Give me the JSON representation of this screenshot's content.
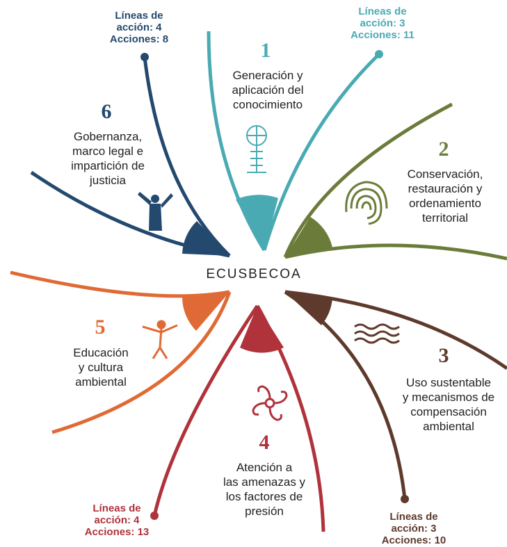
{
  "hub_label": "ECUSBECOA",
  "axes": [
    {
      "number": "1",
      "title": [
        "Generación y",
        "aplicación del",
        "conocimiento"
      ],
      "lineas": "Líneas de",
      "lineas2": "acción: 3",
      "acciones": "Acciones: 11",
      "color": "#4aaab3",
      "icon": "person-circle-head-icon"
    },
    {
      "number": "2",
      "title": [
        "Conservación,",
        "restauración y",
        "ordenamiento",
        "territorial"
      ],
      "color": "#6b7c3a",
      "icon": "fingerprint-spiral-icon"
    },
    {
      "number": "3",
      "title": [
        "Uso sustentable",
        "y mecanismos de",
        "compensación",
        "ambiental"
      ],
      "lineas": "Líneas de",
      "lineas2": "acción: 3",
      "acciones": "Acciones: 10",
      "color": "#5e3a2c",
      "icon": "wavy-lines-icon"
    },
    {
      "number": "4",
      "title": [
        "Atención a",
        "las amenazas y",
        "los factores de",
        "presión"
      ],
      "lineas": "Líneas de",
      "lineas2": "acción: 4",
      "acciones": "Acciones: 13",
      "color": "#b0323b",
      "icon": "spiral-cross-icon"
    },
    {
      "number": "5",
      "title": [
        "Educación",
        "y cultura",
        "ambiental"
      ],
      "color": "#e06a35",
      "icon": "walking-figure-icon"
    },
    {
      "number": "6",
      "title": [
        "Gobernanza,",
        "marco legal e",
        "impartición de",
        "justicia"
      ],
      "lineas": "Líneas de",
      "lineas2": "acción: 4",
      "acciones": "Acciones: 8",
      "color": "#24496f",
      "icon": "raised-arms-figure-icon"
    }
  ]
}
